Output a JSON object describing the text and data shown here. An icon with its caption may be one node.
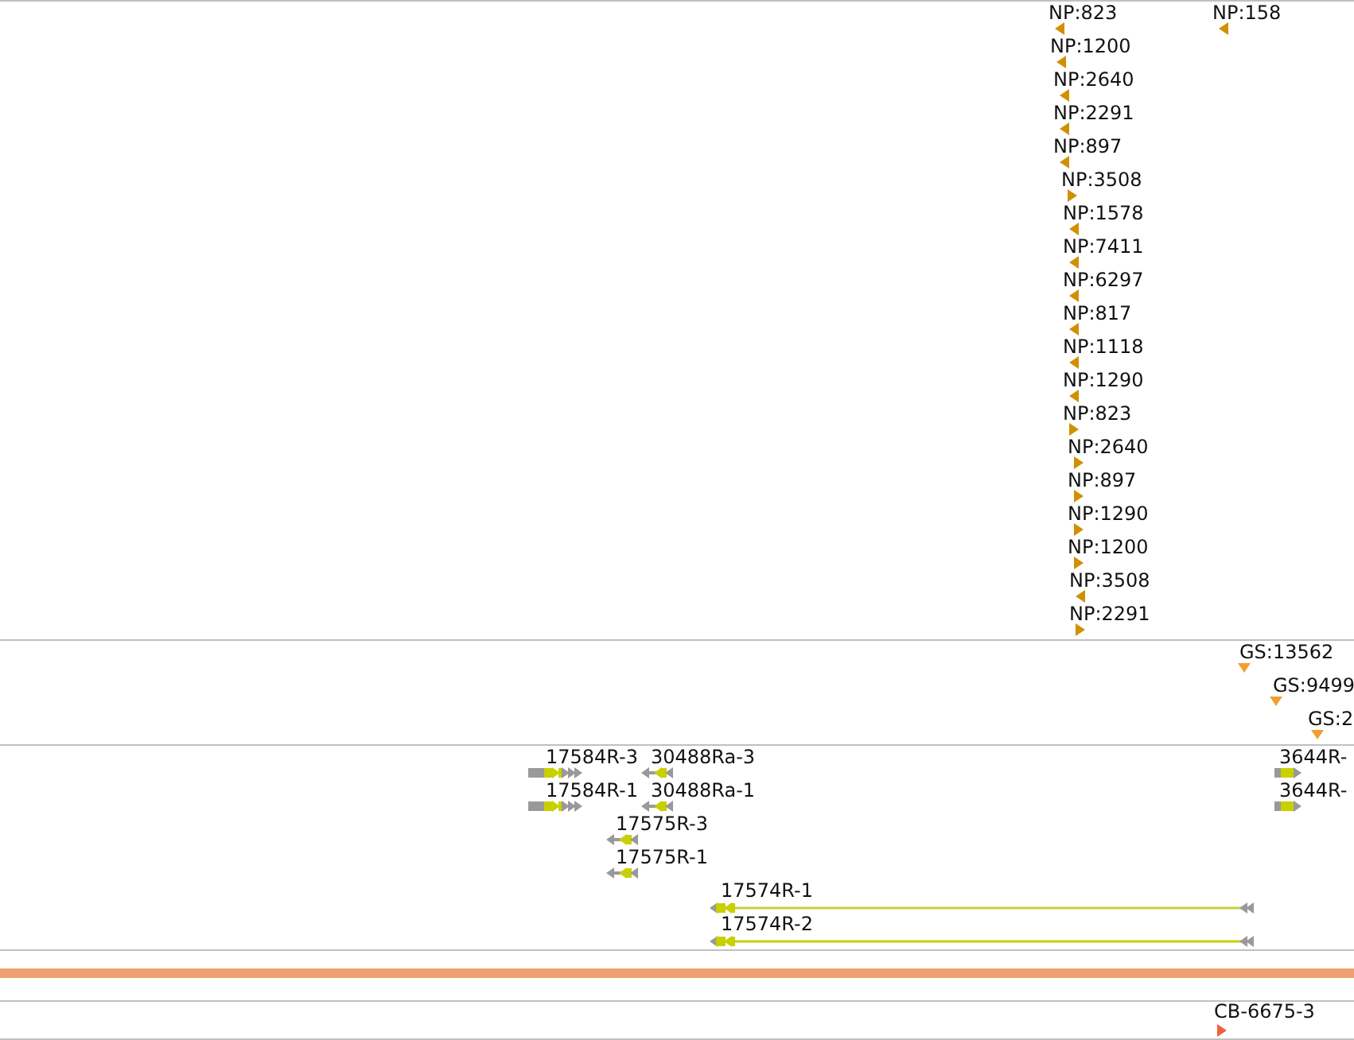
{
  "diagram": {
    "labels": [
      "NP:823",
      "NP:158",
      "NP:1200",
      "NP:2640",
      "NP:2291",
      "NP:897",
      "NP:3508",
      "NP:1578",
      "NP:7411",
      "NP:6297",
      "NP:817",
      "NP:1118",
      "NP:1290",
      "NP:823",
      "NP:2640",
      "NP:897",
      "NP:1290",
      "NP:1200",
      "NP:3508",
      "NP:2291",
      "GS:13562",
      "GS:9499",
      "GS:2",
      "17584R-3",
      "30488Ra-3",
      "3644R-",
      "17584R-1",
      "30488Ra-1",
      "3644R-",
      "17575R-3",
      "17575R-1",
      "17574R-1",
      "17574R-2",
      "CB-6675-3"
    ]
  }
}
